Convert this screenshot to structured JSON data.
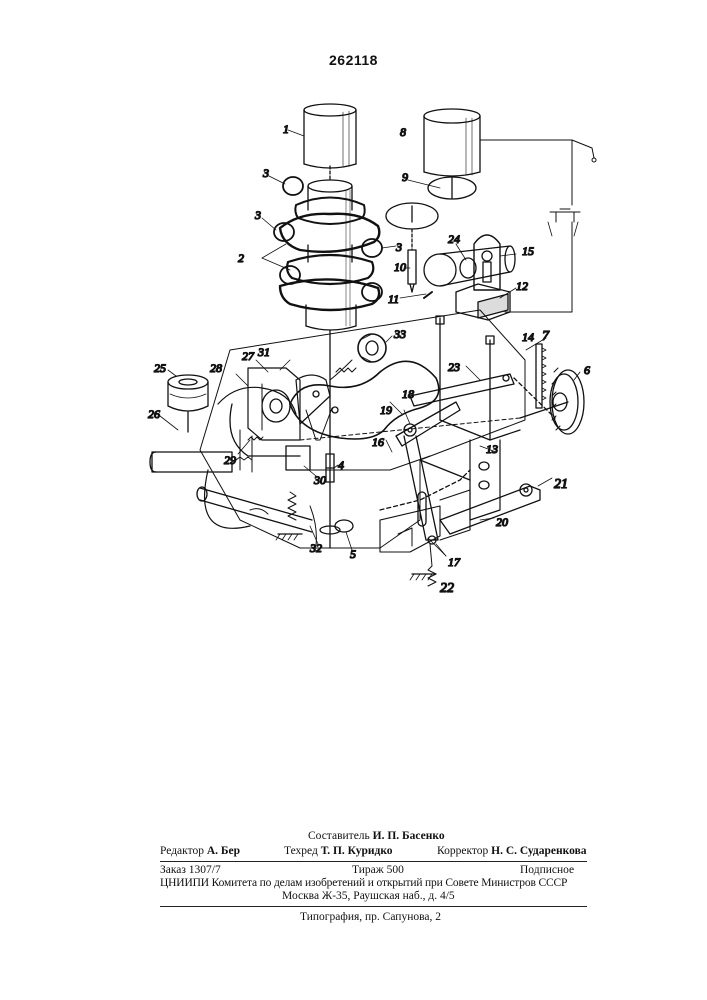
{
  "patent_number": "262118",
  "labels": [
    "1",
    "2",
    "3",
    "3",
    "3",
    "4",
    "5",
    "6",
    "7",
    "8",
    "9",
    "10",
    "11",
    "12",
    "13",
    "14",
    "15",
    "16",
    "17",
    "18",
    "19",
    "20",
    "21",
    "22",
    "23",
    "24",
    "25",
    "26",
    "27",
    "28",
    "29",
    "30",
    "31",
    "32",
    "33"
  ],
  "imprint": {
    "compiler": {
      "role": "Составитель",
      "name": "И. П. Басенко"
    },
    "editor": {
      "role": "Редактор",
      "name": "А. Бер"
    },
    "techred": {
      "role": "Техред",
      "name": "Т. П. Куридко"
    },
    "corrector": {
      "role": "Корректор",
      "name": "Н. С. Сударенкова"
    },
    "order": "Заказ 1307/7",
    "circulation": "Тираж 500",
    "subscription": "Подписное",
    "institute": "ЦНИИПИ Комитета по делам изобретений и открытий при Совете Министров СССР",
    "address": "Москва Ж-35, Раушская наб., д. 4/5",
    "printing": "Типография, пр. Сапунова, 2"
  }
}
